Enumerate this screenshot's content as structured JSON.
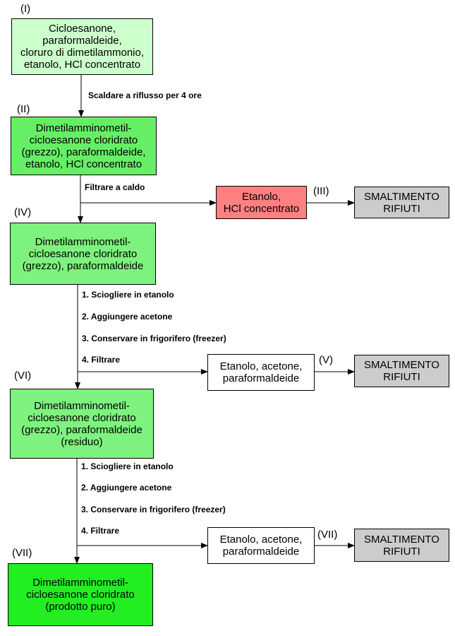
{
  "stages": {
    "s1": "(I)",
    "s2": "(II)",
    "s3": "(III)",
    "s4": "(IV)",
    "s5": "(V)",
    "s6": "(VI)",
    "s7": "(VII)",
    "s8": "(VII)"
  },
  "boxes": {
    "start": [
      "Cicloesanone,",
      "paraformaldeide,",
      "cloruro di dimetilammonio,",
      "etanolo, HCl concentrato"
    ],
    "crude1": [
      "Dimetilamminometil-",
      "cicloesanone cloridrato",
      "(grezzo), paraformaldeide,",
      "etanolo, HCl concentrato"
    ],
    "filtrate1": [
      "Etanolo,",
      "HCl concentrato"
    ],
    "crude2": [
      "Dimetilamminometil-",
      "cicloesanone cloridrato",
      "(grezzo), paraformaldeide"
    ],
    "filtrate2": [
      "Etanolo, acetone,",
      "paraformaldeide"
    ],
    "residue": [
      "Dimetilamminometil-",
      "cicloesanone cloridrato",
      "(grezzo), paraformaldeide",
      "(residuo)"
    ],
    "filtrate3": [
      "Etanolo, acetone,",
      "paraformaldeide"
    ],
    "pure": [
      "Dimetilamminometil-",
      "cicloesanone cloridrato",
      "(prodotto puro)"
    ],
    "waste1": [
      "SMALTIMENTO",
      "RIFIUTI"
    ],
    "waste2": [
      "SMALTIMENTO",
      "RIFIUTI"
    ],
    "waste3": [
      "SMALTIMENTO",
      "RIFIUTI"
    ]
  },
  "steps": {
    "reflux": "Scaldare a riflusso per 4 ore",
    "hotfilter": "Filtrare a caldo",
    "a1": "1. Sciogliere in etanolo",
    "a2": "2. Aggiungere acetone",
    "a3": "3. Conservare in frigorifero (freezer)",
    "a4": "4. Filtrare",
    "b1": "1. Sciogliere in etanolo",
    "b2": "2. Aggiungere acetone",
    "b3": "3. Conservare in frigorifero (freezer)",
    "b4": "4. Filtrare"
  },
  "colors": {
    "light_green": "#ccffcc",
    "medium_green": "#66ee66",
    "green": "#7ef27e",
    "bright_green": "#22ee22",
    "red": "#ff8080",
    "gray": "#cccccc",
    "white": "#ffffff"
  }
}
